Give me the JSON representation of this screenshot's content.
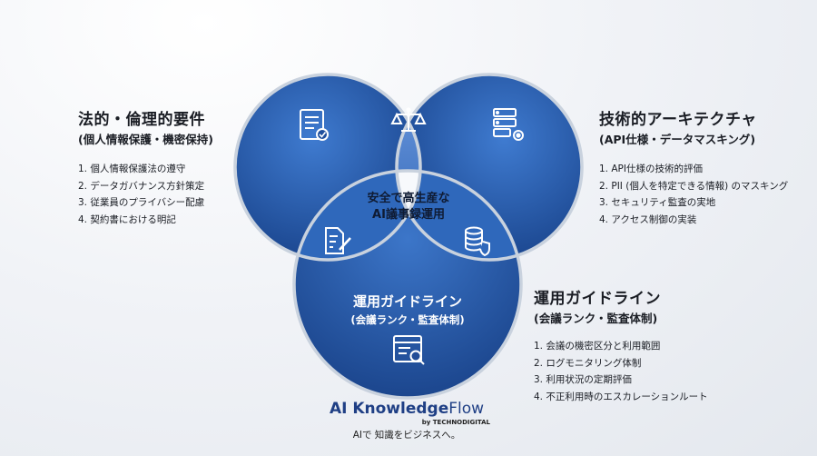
{
  "left_panel": {
    "title": "法的・倫理的要件",
    "subtitle": "(個人情報保護・機密保持)",
    "items": [
      "1. 個人情報保護法の遵守",
      "2. データガバナンス方針策定",
      "3. 従業員のプライバシー配慮",
      "4. 契約書における明記"
    ]
  },
  "right_panel": {
    "title": "技術的アーキテクチャ",
    "subtitle": "(API仕様・データマスキング)",
    "items": [
      "1. API仕様の技術的評価",
      "2. PII (個人を特定できる情報) のマスキング",
      "3. セキュリティ監査の実地",
      "4. アクセス制御の実装"
    ]
  },
  "bottom_panel": {
    "title": "運用ガイドライン",
    "subtitle": "(会議ランク・監査体制)",
    "items": [
      "1. 会議の機密区分と利用範囲",
      "2. ログモニタリング体制",
      "3. 利用状況の定期評価",
      "4. 不正利用時のエスカレーションルート"
    ]
  },
  "venn": {
    "center_line1": "安全で高生産な",
    "center_line2": "AI議事録運用",
    "bottom_circle_line1": "運用ガイドライン",
    "bottom_circle_line2": "(会議ランク・監査体制)",
    "colors": {
      "circle_dark": "#1c4f9c",
      "circle_light": "#3a74c6",
      "ring": "#c9d2de"
    }
  },
  "brand": {
    "name_bold": "AI Knowledge",
    "name_light": "Flow",
    "by": "by TECHNODIGITAL",
    "tagline": "AIで 知識をビジネスへ。"
  }
}
